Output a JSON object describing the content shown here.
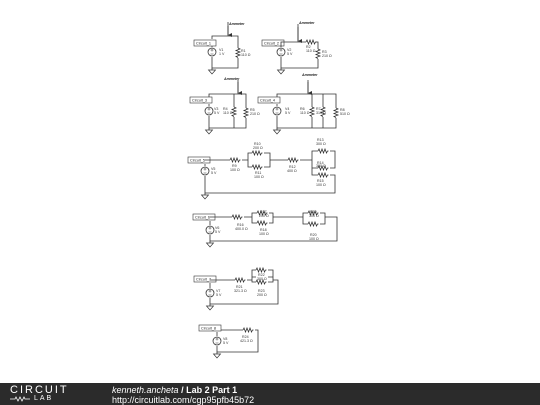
{
  "circuits": {
    "c1": {
      "tag": "Circuit_1",
      "source": "V1",
      "source_val": "1 V",
      "r1": "R1",
      "r1_val": "110 Ω",
      "ammeter": "Ammeter"
    },
    "c2": {
      "tag": "Circuit_2",
      "source": "V2",
      "source_val": "5 V",
      "r1": "R2",
      "r1_val": "110 Ω",
      "r2": "R3",
      "r2_val": "210 Ω",
      "ammeter": "Ammeter"
    },
    "c3": {
      "tag": "Circuit_3",
      "source": "V3",
      "source_val": "5 V",
      "r1": "R4",
      "r1_val": "110 Ω",
      "r2": "R5",
      "r2_val": "210 Ω",
      "ammeter": "Ammeter"
    },
    "c4": {
      "tag": "Circuit_4",
      "source": "V4",
      "source_val": "5 V",
      "r1": "R6",
      "r1_val": "110 Ω",
      "r2": "R7",
      "r2_val": "310 Ω",
      "r3": "R8",
      "r3_val": "510 Ω",
      "ammeter": "Ammeter"
    },
    "c5": {
      "tag": "Circuit_5",
      "source": "V5",
      "source_val": "5 V",
      "r9": "R9",
      "r9_val": "100 Ω",
      "r10": "R10",
      "r10_val": "200 Ω",
      "r11": "R11",
      "r11_val": "100 Ω",
      "r12": "R12",
      "r12_val": "400 Ω",
      "r13": "R13",
      "r13_val": "300 Ω",
      "r14": "R14",
      "r14_val": "300 Ω",
      "r15": "R15",
      "r15_val": "100 Ω"
    },
    "c6": {
      "tag": "Circuit_6",
      "source": "V6",
      "source_val": "5 V",
      "r16": "R16",
      "r16_val": "400.0 Ω",
      "r17": "R17",
      "r17_val": "200 Ω",
      "r18": "R18",
      "r18_val": "100 Ω",
      "r19": "R19",
      "r19_val": "300 Ω",
      "r20": "R20",
      "r20_val": "100 Ω"
    },
    "c7": {
      "tag": "Circuit_7",
      "source": "V7",
      "source_val": "5 V",
      "r21": "R21",
      "r21_val": "321.3 Ω",
      "r22": "R22",
      "r22_val": "300 Ω",
      "r23": "R23",
      "r23_val": "200 Ω"
    },
    "c8": {
      "tag": "Circuit_8",
      "source": "V8",
      "source_val": "5 V",
      "r24": "R24",
      "r24_val": "421.3 Ω"
    }
  },
  "footer": {
    "logo_top": "CIRCUIT",
    "logo_bottom": "LAB",
    "author": "kenneth.ancheta",
    "separator": " / ",
    "title": "Lab 2 Part 1",
    "url": "http://circuitlab.com/cgp95pfb45b72"
  }
}
